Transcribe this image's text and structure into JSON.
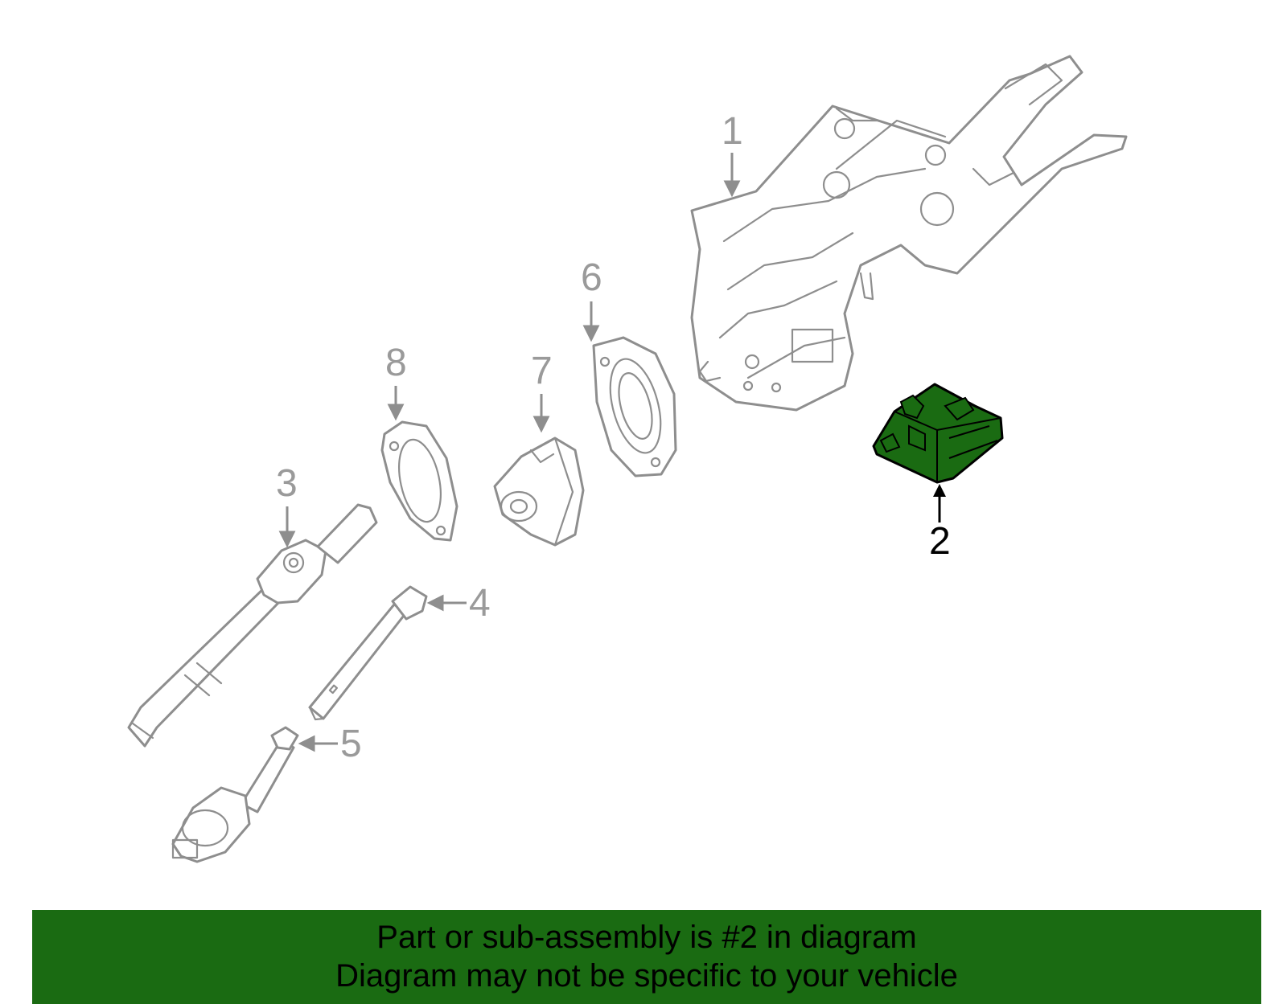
{
  "callouts": {
    "c1": "1",
    "c2": "2",
    "c3": "3",
    "c4": "4",
    "c5": "5",
    "c6": "6",
    "c7": "7",
    "c8": "8"
  },
  "banner": {
    "line1": "Part or sub-assembly is #2 in diagram",
    "line2": "Diagram may not be specific to your vehicle"
  },
  "colors": {
    "highlight": "#1a6b12",
    "banner": "#1a6b12",
    "line": "#8e8e8e"
  }
}
